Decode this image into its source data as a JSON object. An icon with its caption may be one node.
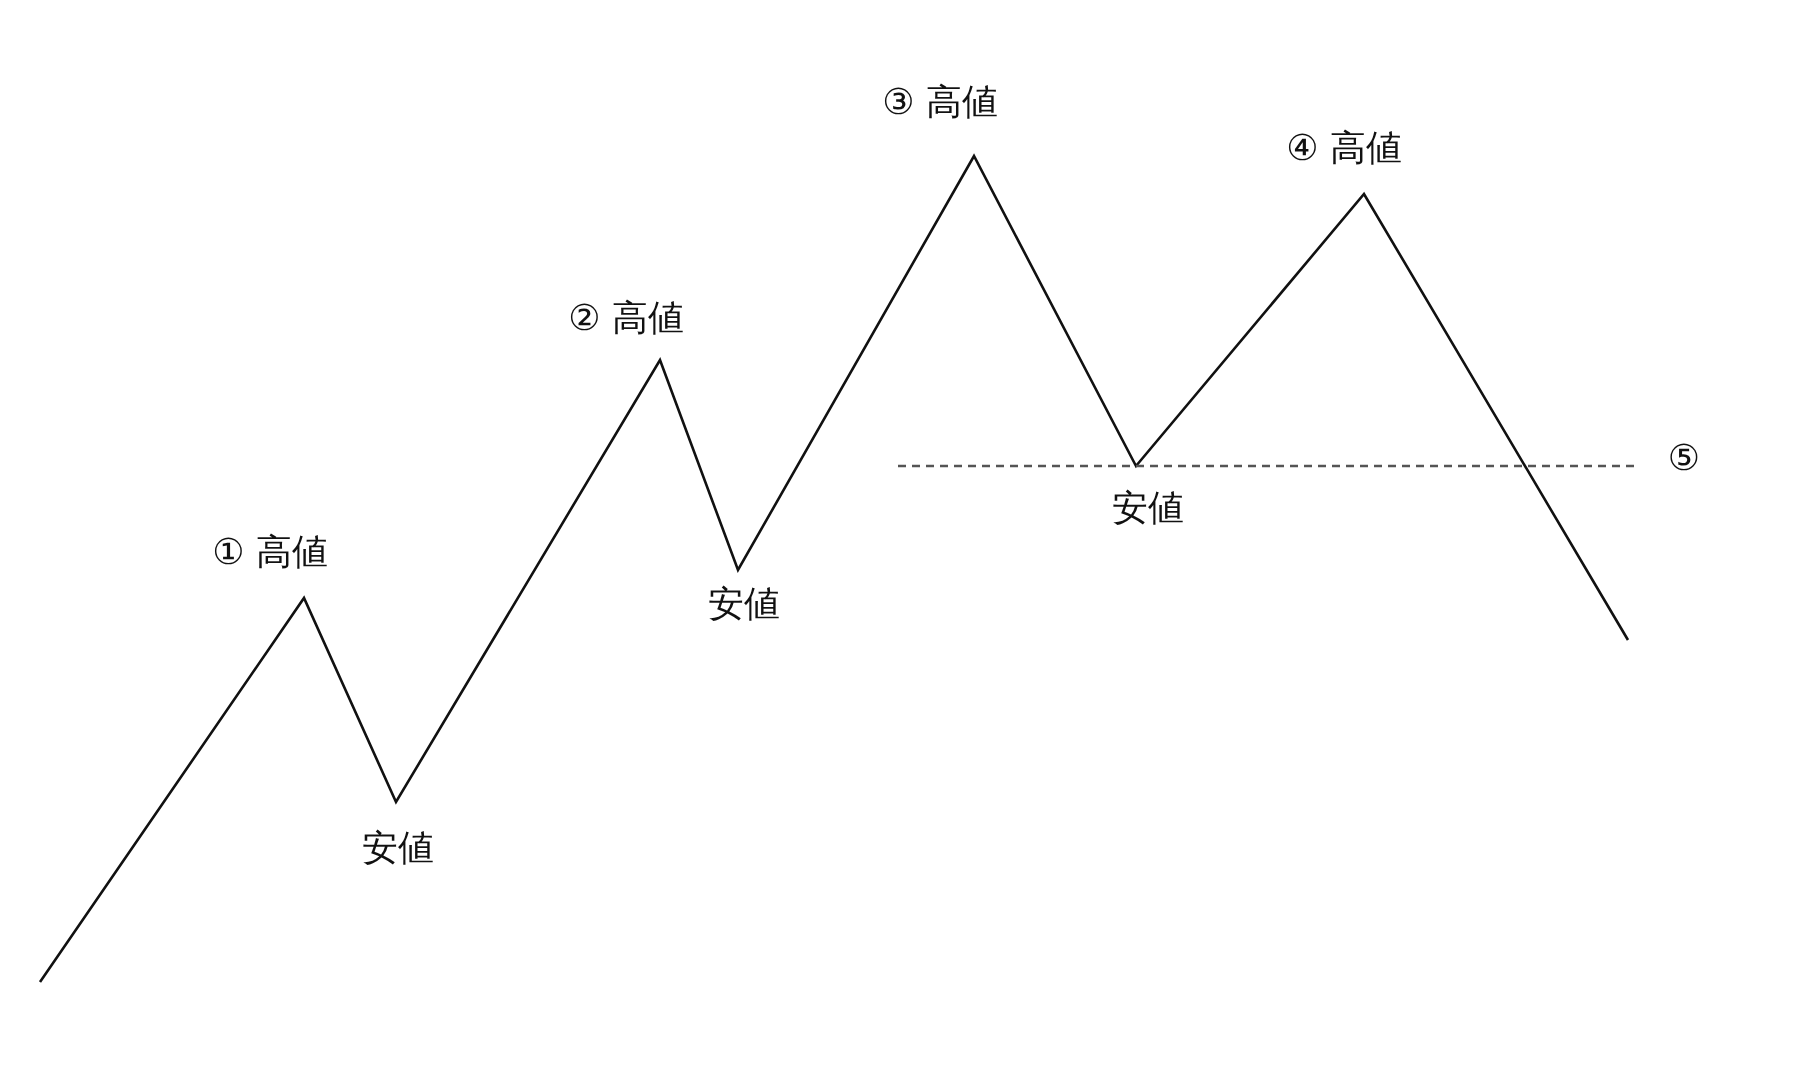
{
  "diagram": {
    "labels": [
      "③ 高値",
      "④ 高値",
      "② 高値",
      "⑤",
      "安値",
      "① 高値",
      "安値",
      "安値"
    ]
  }
}
